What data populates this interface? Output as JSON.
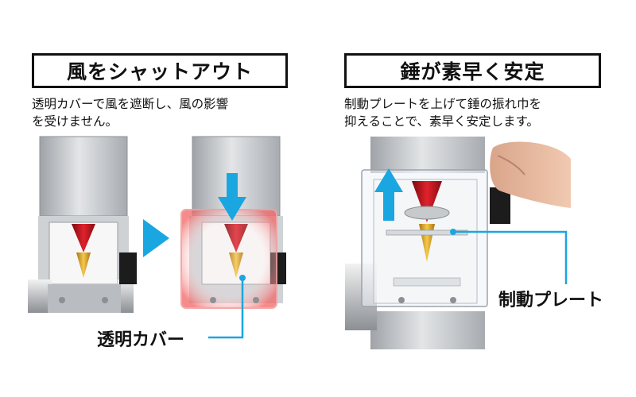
{
  "left": {
    "title": "風をシャットアウト",
    "description": "透明カバーで風を遮断し、風の影響\nを受けません。",
    "callout": "透明カバー"
  },
  "right": {
    "title": "錘が素早く安定",
    "description": "制動プレートを上げて錘の振れ巾を\n抑えることで、素早く安定します。",
    "callout": "制動プレート"
  },
  "colors": {
    "accent_blue": "#1aa6e0",
    "bob_red": "#c0141c",
    "bob_gold": "#d9a21e",
    "cover_glow": "#f26a6a"
  },
  "icons": [
    "arrow-right-icon",
    "arrow-down-icon",
    "arrow-up-icon"
  ]
}
